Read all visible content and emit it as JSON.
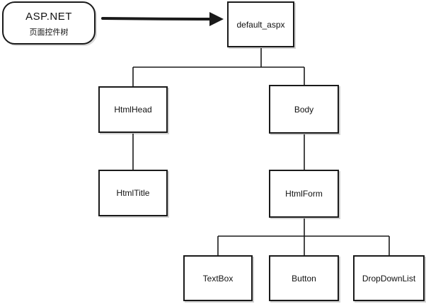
{
  "title": {
    "main": "ASP.NET",
    "sub": "页面控件树"
  },
  "nodes": {
    "root": "default_aspx",
    "htmlhead": "HtmlHead",
    "body": "Body",
    "htmltitle": "HtmlTitle",
    "htmlform": "HtmlForm",
    "textbox": "TextBox",
    "button": "Button",
    "dropdownlist": "DropDownList"
  },
  "tree": {
    "default_aspx": [
      "HtmlHead",
      "Body"
    ],
    "HtmlHead": [
      "HtmlTitle"
    ],
    "Body": [
      "HtmlForm"
    ],
    "HtmlForm": [
      "TextBox",
      "Button",
      "DropDownList"
    ]
  },
  "colors": {
    "stroke": "#1a1a1a",
    "background": "#ffffff"
  }
}
